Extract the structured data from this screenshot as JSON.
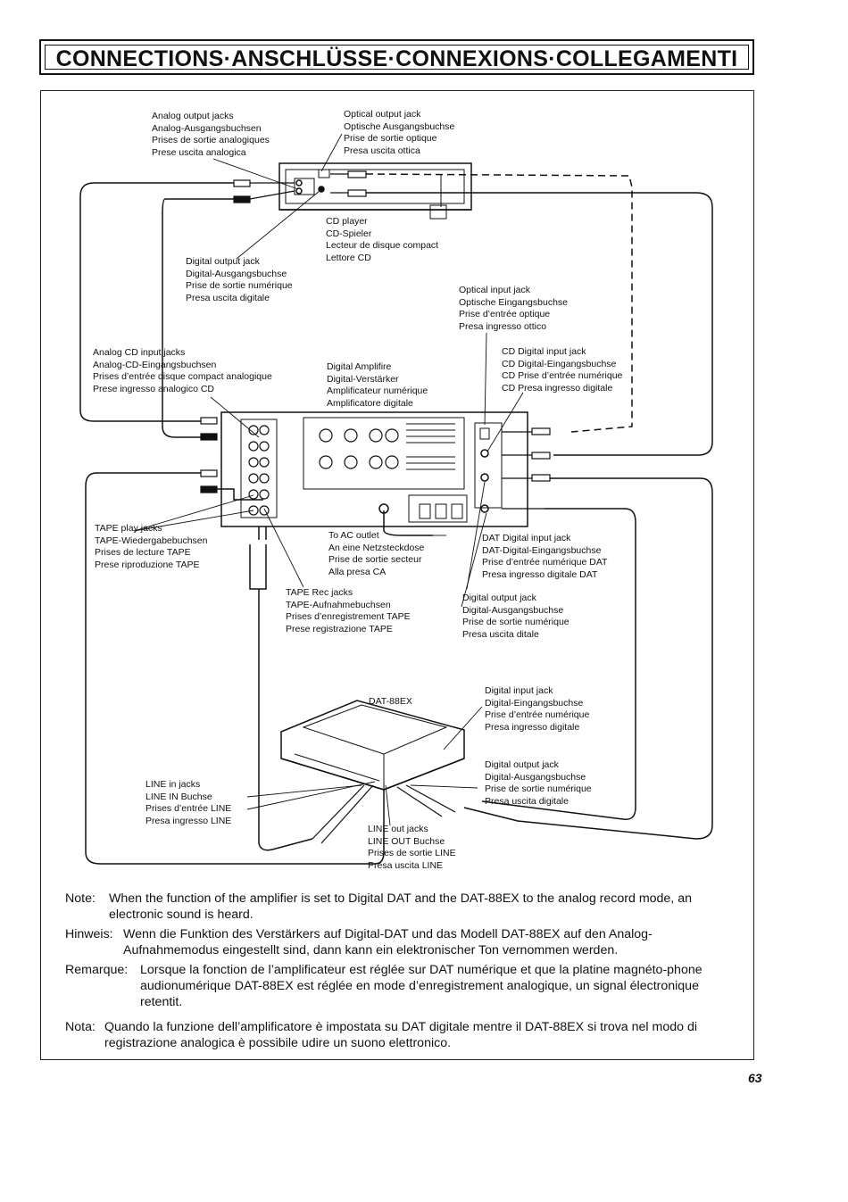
{
  "header": {
    "title": "CONNECTIONS·ANSCHLÜSSE·CONNEXIONS·COLLEGAMENTI"
  },
  "diagram": {
    "labels": {
      "analog_output_jacks": [
        "Analog output jacks",
        "Analog-Ausgangsbuchsen",
        "Prises de sortie analogiques",
        "Prese uscita analogica"
      ],
      "optical_output_jack": [
        "Optical output jack",
        "Optische Ausgangsbuchse",
        "Prise de sortie optique",
        "Presa uscita ottica"
      ],
      "cd_player": [
        "CD player",
        "CD-Spieler",
        "Lecteur de disque compact",
        "Lettore CD"
      ],
      "digital_output_jack_cd": [
        "Digital output jack",
        "Digital-Ausgangsbuchse",
        "Prise de sortie numérique",
        "Presa uscita digitale"
      ],
      "optical_input_jack": [
        "Optical input jack",
        "Optische Eingangsbuchse",
        "Prise d’entrée optique",
        "Presa ingresso ottico"
      ],
      "analog_cd_input_jacks": [
        "Analog CD input jacks",
        "Analog-CD-Eingangsbuchsen",
        "Prises d’entrée disque compact analogique",
        "Prese ingresso analogico CD"
      ],
      "digital_amplifier": [
        "Digital Amplifire",
        "Digital-Verstärker",
        "Amplificateur numérique",
        "Amplificatore digitale"
      ],
      "cd_digital_input_jack": [
        "CD Digital input jack",
        "CD Digital-Eingangsbuchse",
        "CD Prise d’entrée numérique",
        "CD Presa ingresso digitale"
      ],
      "tape_play_jacks": [
        "TAPE play jacks",
        "TAPE-Wiedergabebuchsen",
        "Prises de lecture TAPE",
        "Prese riproduzione TAPE"
      ],
      "to_ac_outlet": [
        "To AC outlet",
        "An eine Netzsteckdose",
        "Prise de sortie secteur",
        "Alla presa CA"
      ],
      "dat_digital_input_jack": [
        "DAT Digital input jack",
        "DAT-Digital-Eingangsbuchse",
        "Prise d’entrée numérique DAT",
        "Presa ingresso digitale DAT"
      ],
      "tape_rec_jacks": [
        "TAPE Rec jacks",
        "TAPE-Aufnahmebuchsen",
        "Prises d’enregistrement TAPE",
        "Prese registrazione TAPE"
      ],
      "digital_output_jack_amp": [
        "Digital output jack",
        "Digital-Ausgangsbuchse",
        "Prise de sortie numérique",
        "Presa uscita ditale"
      ],
      "dat_88ex": [
        "DAT-88EX"
      ],
      "digital_input_jack_dat": [
        "Digital input jack",
        "Digital-Eingangsbuchse",
        "Prise d’entrée numérique",
        "Presa ingresso digitale"
      ],
      "digital_output_jack_dat": [
        "Digital output jack",
        "Digital-Ausgangsbuchse",
        "Prise de sortie numérique",
        "Presa uscita digitale"
      ],
      "line_in_jacks": [
        "LINE in jacks",
        "LINE IN Buchse",
        "Prises d’entrée LINE",
        "Presa ingresso LINE"
      ],
      "line_out_jacks": [
        "LINE out jacks",
        "LINE OUT Buchse",
        "Prises de sortie LINE",
        "Presa uscita LINE"
      ]
    }
  },
  "notes": [
    {
      "key": "Note:",
      "text": "When the function of the amplifier is set to Digital DAT and the DAT-88EX to the analog record mode, an electronic sound is heard."
    },
    {
      "key": "Hinweis:",
      "text": "Wenn die Funktion des Verstärkers auf Digital-DAT und das Modell DAT-88EX auf den Analog-Aufnahmemodus eingestellt sind, dann kann ein elektronischer Ton vernommen werden."
    },
    {
      "key": "Remarque:",
      "text": "Lorsque la fonction de l’amplificateur est réglée sur DAT numérique et que la platine magnéto-phone audionumérique DAT-88EX est réglée en mode d’enregistrement analogique, un signal électronique retentit."
    },
    {
      "key": "Nota:",
      "text": "Quando la funzione dell’amplificatore è impostata su DAT digitale mentre il DAT-88EX si trova nel modo di registrazione analogica è possibile udire un suono elettronico."
    }
  ],
  "footer": {
    "page_number": "63"
  }
}
